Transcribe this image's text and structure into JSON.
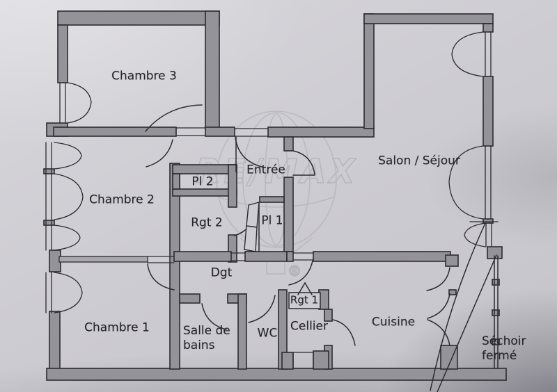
{
  "document": {
    "kind": "apartment floor plan scan"
  },
  "rooms": {
    "chambre3": {
      "label": "Chambre 3"
    },
    "chambre2": {
      "label": "Chambre 2"
    },
    "chambre1": {
      "label": "Chambre 1"
    },
    "entree": {
      "label": "Entrée"
    },
    "salon": {
      "label": "Salon / Séjour"
    },
    "cuisine": {
      "label": "Cuisine"
    },
    "salle_de_bains": {
      "label": "Salle de\nbains"
    },
    "wc": {
      "label": "WC"
    },
    "cellier": {
      "label": "Cellier"
    },
    "sechoir": {
      "label": "Séchoir fermé"
    },
    "degagement": {
      "label": "Dgt"
    },
    "placard1": {
      "label": "Pl 1"
    },
    "placard2": {
      "label": "Pl 2"
    },
    "rangement1": {
      "label": "Rgt 1"
    },
    "rangement2": {
      "label": "Rgt 2"
    }
  },
  "watermark": {
    "brand": "RE/MAX",
    "registered_mark": "®",
    "icon": "remax-hot-air-balloon"
  },
  "colors": {
    "paper": "#cdccd2",
    "wall_fill": "#95939a",
    "line": "#2c2b2f",
    "label_text": "#26252b",
    "watermark": "#a9a7b0"
  }
}
